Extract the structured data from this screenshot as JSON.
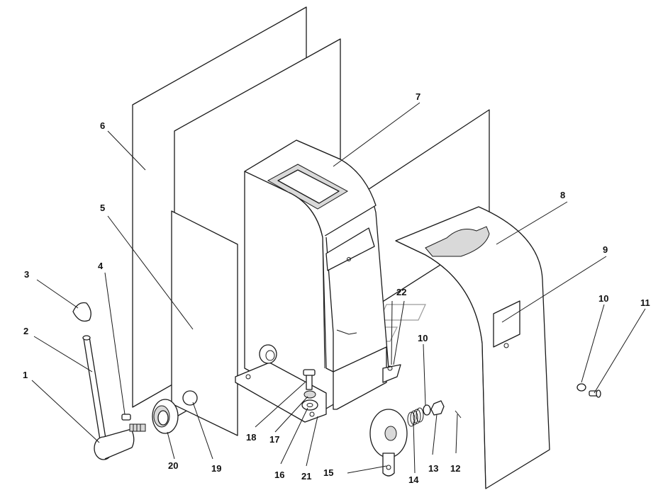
{
  "callouts": [
    {
      "id": "c1",
      "label": "1"
    },
    {
      "id": "c2",
      "label": "2"
    },
    {
      "id": "c3",
      "label": "3"
    },
    {
      "id": "c4",
      "label": "4"
    },
    {
      "id": "c5",
      "label": "5"
    },
    {
      "id": "c6",
      "label": "6"
    },
    {
      "id": "c7",
      "label": "7"
    },
    {
      "id": "c8",
      "label": "8"
    },
    {
      "id": "c9",
      "label": "9"
    },
    {
      "id": "c10a",
      "label": "10"
    },
    {
      "id": "c10b",
      "label": "10"
    },
    {
      "id": "c11",
      "label": "11"
    },
    {
      "id": "c12",
      "label": "12"
    },
    {
      "id": "c13",
      "label": "13"
    },
    {
      "id": "c14",
      "label": "14"
    },
    {
      "id": "c15",
      "label": "15"
    },
    {
      "id": "c16",
      "label": "16"
    },
    {
      "id": "c17",
      "label": "17"
    },
    {
      "id": "c18",
      "label": "18"
    },
    {
      "id": "c19",
      "label": "19"
    },
    {
      "id": "c20",
      "label": "20"
    },
    {
      "id": "c21",
      "label": "21"
    },
    {
      "id": "c22",
      "label": "22"
    }
  ]
}
